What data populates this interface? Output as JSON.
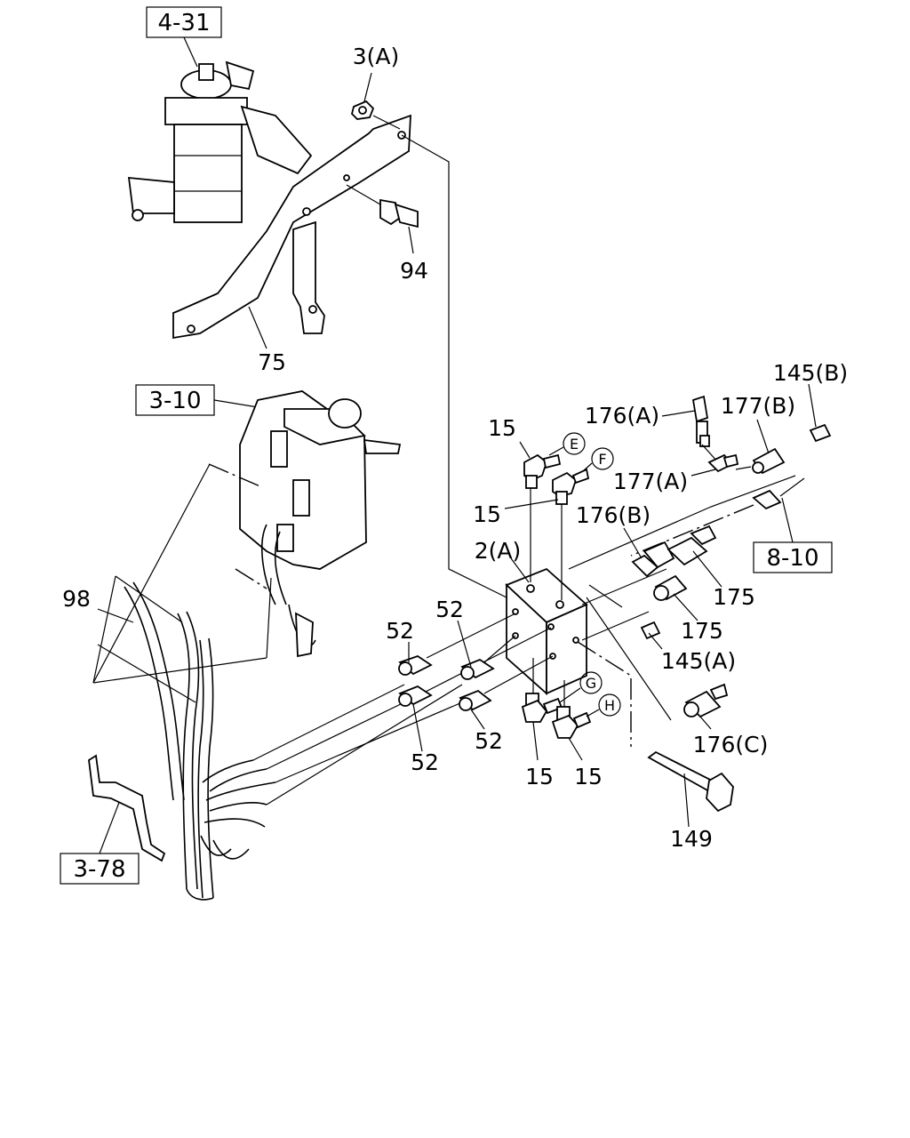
{
  "references": {
    "ref_4_31": "4-31",
    "ref_3_10": "3-10",
    "ref_3_78": "3-78",
    "ref_8_10": "8-10"
  },
  "callouts": {
    "c_3a": "3(A)",
    "c_94": "94",
    "c_75": "75",
    "c_98": "98",
    "c_15_e": "15",
    "c_15_f": "15",
    "c_2a": "2(A)",
    "c_176a": "176(A)",
    "c_177b": "177(B)",
    "c_145b": "145(B)",
    "c_177a": "177(A)",
    "c_176b": "176(B)",
    "c_175_upper": "175",
    "c_175_lower": "175",
    "c_145a": "145(A)",
    "c_176c": "176(C)",
    "c_52_a": "52",
    "c_52_b": "52",
    "c_52_c": "52",
    "c_52_d": "52",
    "c_15_g": "15",
    "c_15_h": "15",
    "c_149": "149"
  },
  "circled_letters": {
    "e": "E",
    "f": "F",
    "g": "G",
    "h": "H"
  }
}
